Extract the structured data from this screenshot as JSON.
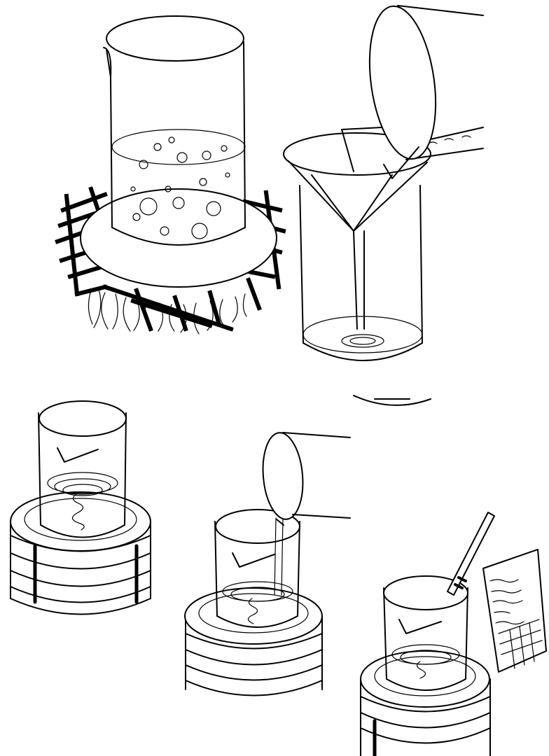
{
  "diagram": {
    "panels": [
      {
        "id": "heating",
        "icons": [
          "beaker-icon",
          "wire-gauze-icon",
          "flame-icon"
        ]
      },
      {
        "id": "filtering",
        "icons": [
          "funnel-icon",
          "filter-paper-icon",
          "beaker-icon",
          "glass-rod-icon"
        ]
      },
      {
        "id": "evaporating",
        "icons": [
          "beaker-icon",
          "hot-plate-icon"
        ]
      },
      {
        "id": "pouring",
        "icons": [
          "beaker-icon",
          "hot-plate-icon",
          "pouring-vessel-icon"
        ]
      },
      {
        "id": "testing",
        "icons": [
          "beaker-icon",
          "hot-plate-icon",
          "test-strip-icon",
          "color-chart-icon"
        ]
      }
    ],
    "colors": {
      "ink": "#000000",
      "paper": "#ffffff"
    }
  }
}
